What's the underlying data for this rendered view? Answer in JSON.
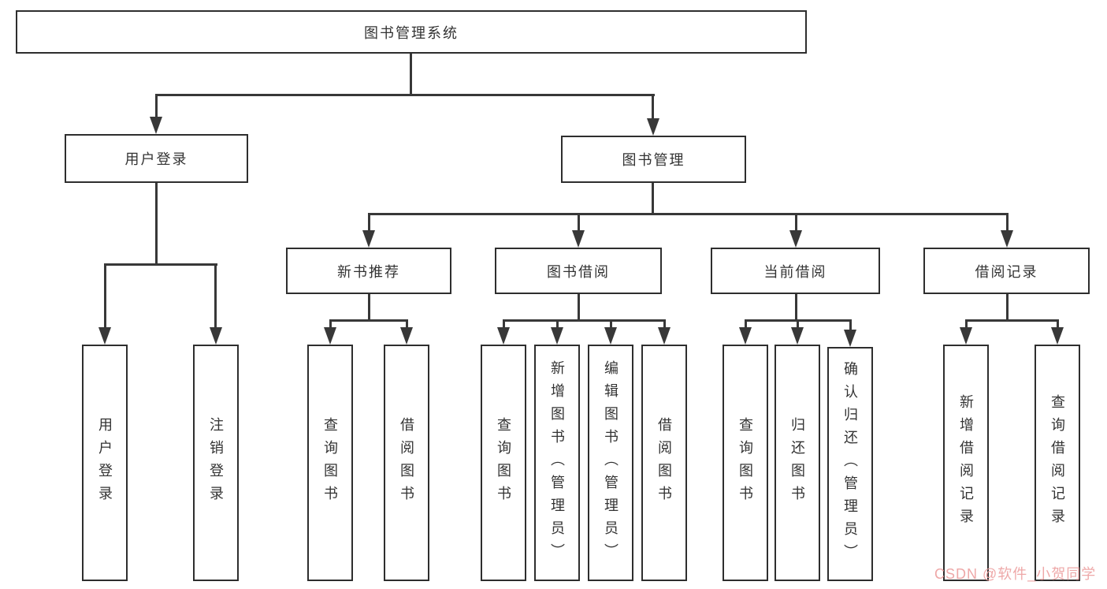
{
  "nodes": {
    "root": "图书管理系统",
    "user_login": "用户登录",
    "book_mgmt": "图书管理",
    "new_book_rec": "新书推荐",
    "book_borrow": "图书借阅",
    "current_borrow": "当前借阅",
    "borrow_record": "借阅记录",
    "leaves": {
      "user": [
        "用户登录",
        "注销登录"
      ],
      "newbook": [
        "查询图书",
        "借阅图书"
      ],
      "borrow": [
        "查询图书",
        "新增图书（管理员）",
        "编辑图书（管理员）",
        "借阅图书"
      ],
      "current": [
        "查询图书",
        "归还图书",
        "确认归还（管理员）"
      ],
      "record": [
        "新增借阅记录",
        "查询借阅记录"
      ]
    }
  },
  "watermark": "CSDN @软件_小贺同学",
  "colors": {
    "line": "#383838",
    "border": "#2e2e2e",
    "text": "#333333",
    "watermark": "#ec9e9e",
    "background": "#ffffff"
  }
}
